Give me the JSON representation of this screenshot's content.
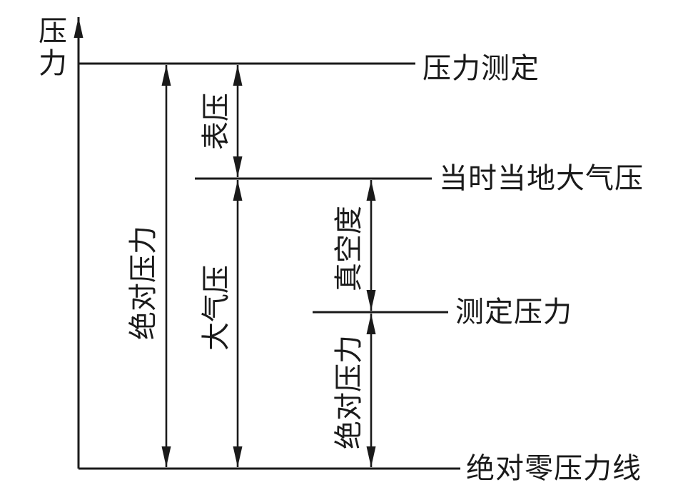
{
  "diagram": {
    "axis_label": "压力",
    "levels": {
      "top": "压力测定",
      "atmospheric": "当时当地大气压",
      "measured": "测定压力",
      "zero": "绝对零压力线"
    },
    "spans": {
      "absolute_left": "绝对压力",
      "gauge": "表压",
      "atmospheric_span": "大气压",
      "vacuum": "真空度",
      "absolute_right": "绝对压力"
    },
    "colors": {
      "ink": "#1a1a1a",
      "background": "#ffffff"
    }
  }
}
